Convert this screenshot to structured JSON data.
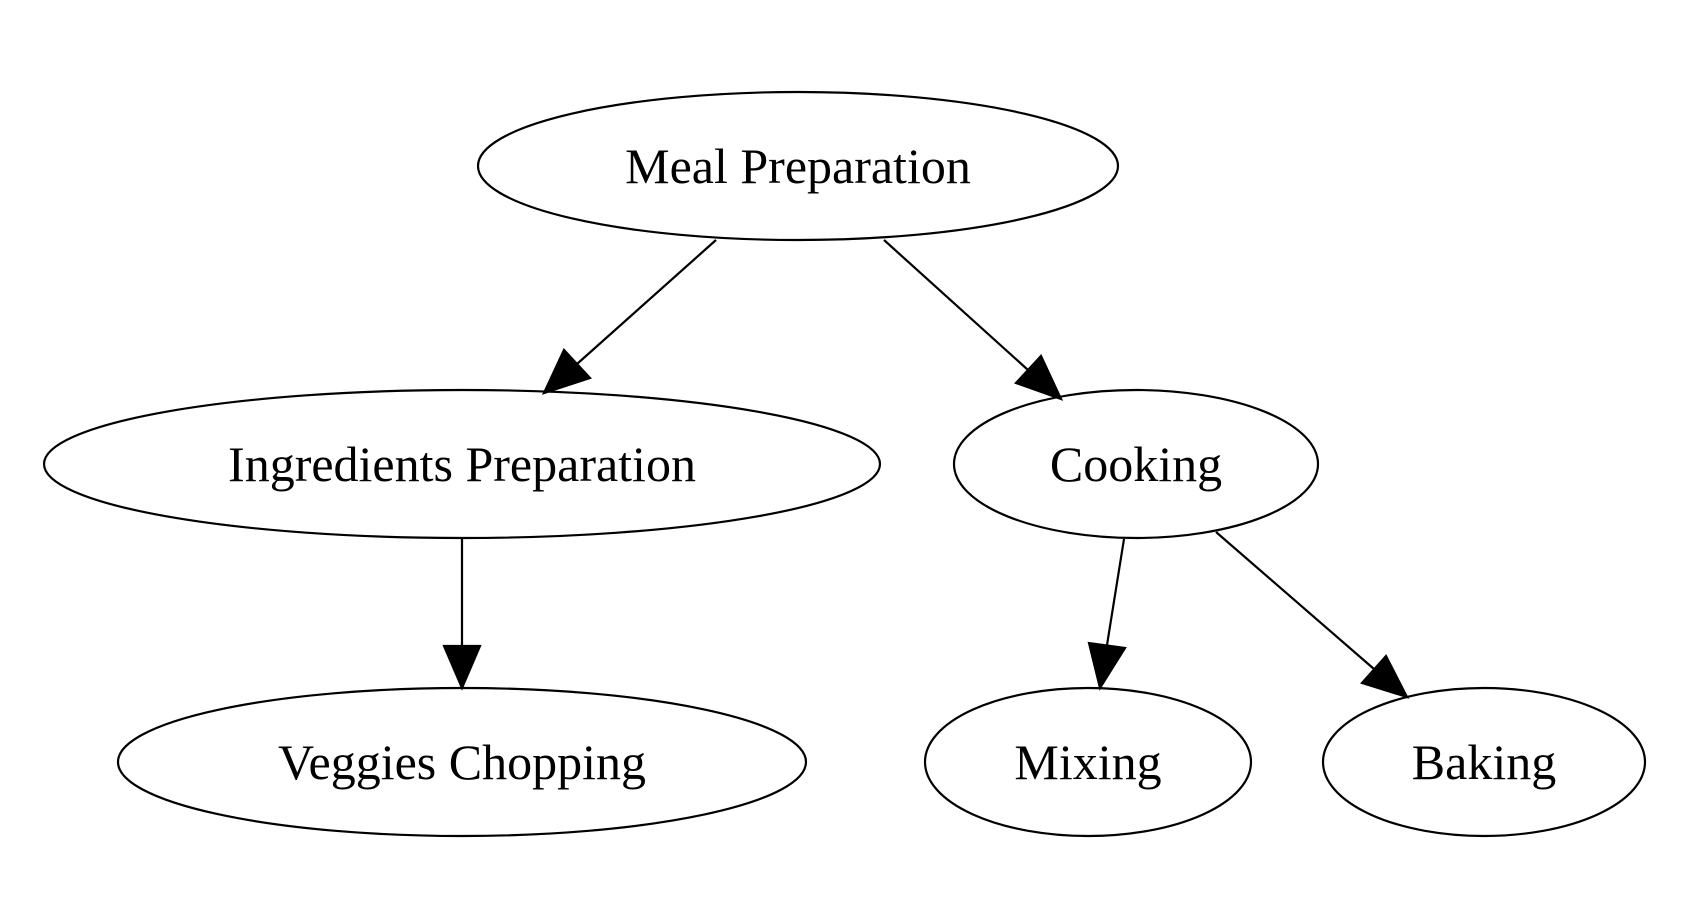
{
  "diagram": {
    "nodes": [
      {
        "id": "meal",
        "label": "Meal Preparation"
      },
      {
        "id": "ingredients",
        "label": "Ingredients Preparation"
      },
      {
        "id": "cooking",
        "label": "Cooking"
      },
      {
        "id": "veggies",
        "label": "Veggies Chopping"
      },
      {
        "id": "mixing",
        "label": "Mixing"
      },
      {
        "id": "baking",
        "label": "Baking"
      }
    ],
    "edges": [
      {
        "from": "meal",
        "to": "ingredients"
      },
      {
        "from": "meal",
        "to": "cooking"
      },
      {
        "from": "ingredients",
        "to": "veggies"
      },
      {
        "from": "cooking",
        "to": "mixing"
      },
      {
        "from": "cooking",
        "to": "baking"
      }
    ]
  }
}
